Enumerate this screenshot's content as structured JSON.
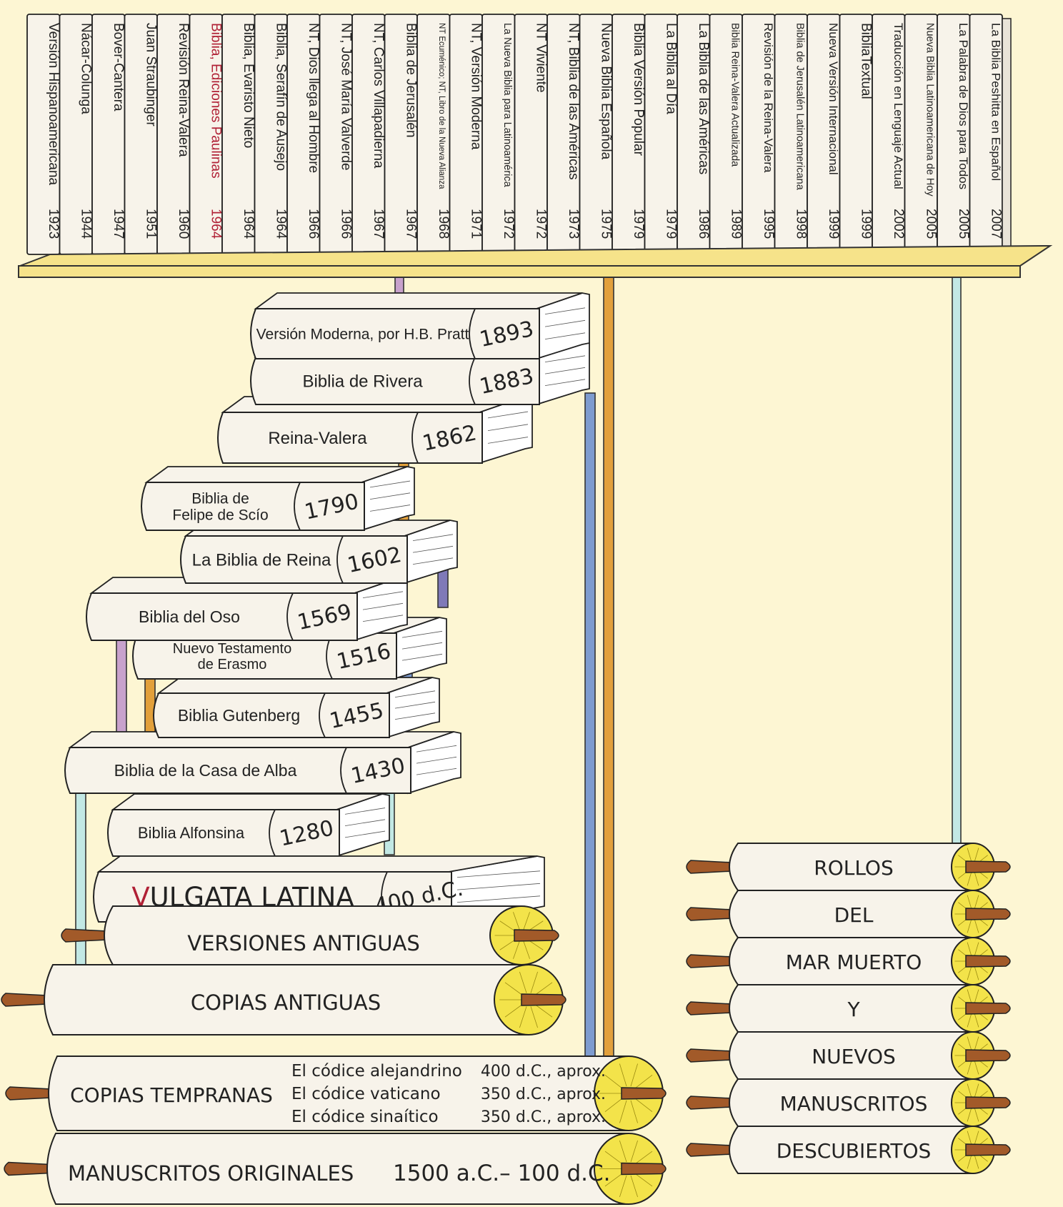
{
  "colors": {
    "background": "#fdf6d3",
    "book_cover": "#f7f3ea",
    "pages": "#ffffff",
    "shelf": "#f6e38a",
    "scroll_end": "#f3e34a",
    "handle": "#a25a29",
    "pole_purple": "#c8a2cc",
    "pole_orange": "#e2a03b",
    "pole_blue": "#7e9ccf",
    "pole_cyan": "#c2e8e4",
    "pole_indigo": "#7f7ab8",
    "vulgata_v": "#b02035",
    "paulinas_title": "#b02035"
  },
  "shelf_books": [
    {
      "title": "Versión Hispanoamericana",
      "year": "1923"
    },
    {
      "title": "Nácar-Colunga",
      "year": "1944"
    },
    {
      "title": "Bover-Cantera",
      "year": "1947"
    },
    {
      "title": "Juan Straubinger",
      "year": "1951"
    },
    {
      "title": "Revisión Reina-Valera",
      "year": "1960"
    },
    {
      "title": "Biblia, Ediciones Paulinas",
      "year": "1964"
    },
    {
      "title": "Biblia, Evaristo Nieto",
      "year": "1964"
    },
    {
      "title": "Biblia, Serafín de Ausejo",
      "year": "1964"
    },
    {
      "title": "NT, Dios llega al Hombre",
      "year": "1966"
    },
    {
      "title": "NT, José María Valverde",
      "year": "1966"
    },
    {
      "title": "NT, Carlos Villapadierna",
      "year": "1967"
    },
    {
      "title": "Biblia de Jerusalén",
      "year": "1967"
    },
    {
      "title": "NT Ecuménico; NT, Libro de la Nueva Alianza",
      "year": "1968"
    },
    {
      "title": "NT, Versión Moderna",
      "year": "1971"
    },
    {
      "title": "La Nueva Biblia para Latinoamérica",
      "year": "1972"
    },
    {
      "title": "NT Viviente",
      "year": "1972"
    },
    {
      "title": "NT, Biblia de las Américas",
      "year": "1973"
    },
    {
      "title": "Nueva Biblia Española",
      "year": "1975"
    },
    {
      "title": "Biblia Versión Popular",
      "year": "1979"
    },
    {
      "title": "La Biblia al Día",
      "year": "1979"
    },
    {
      "title": "La Biblia de las Américas",
      "year": "1986"
    },
    {
      "title": "Biblia Reina-Valera Actualizada",
      "year": "1989"
    },
    {
      "title": "Revisión de la Reina-Valera",
      "year": "1995"
    },
    {
      "title": "Biblia de Jerusalén Latinoamericana",
      "year": "1998"
    },
    {
      "title": "Nueva Versión Internacional",
      "year": "1999"
    },
    {
      "title": "BibliaTextual",
      "year": "1999"
    },
    {
      "title": "Traducción en Lenguaje Actual",
      "year": "2002"
    },
    {
      "title": "Nueva Biblia Latinoamericana de Hoy",
      "year": "2005"
    },
    {
      "title": "La Palabra de Dios para Todos",
      "year": "2005"
    },
    {
      "title": "La Biblia Peshitta en Español",
      "year": "2007"
    }
  ],
  "stack_books": [
    {
      "title_lines": [
        "Versión Moderna, por H.B. Pratt"
      ],
      "year": "1893"
    },
    {
      "title_lines": [
        "Biblia de Rivera"
      ],
      "year": "1883"
    },
    {
      "title_lines": [
        "Reina-Valera"
      ],
      "year": "1862"
    },
    {
      "title_lines": [
        "Biblia de",
        "Felipe de Scío"
      ],
      "year": "1790"
    },
    {
      "title_lines": [
        "La Biblia de Reina"
      ],
      "year": "1602"
    },
    {
      "title_lines": [
        "Biblia del Oso"
      ],
      "year": "1569"
    },
    {
      "title_lines": [
        "Nuevo Testamento",
        "de Erasmo"
      ],
      "year": "1516"
    },
    {
      "title_lines": [
        "Biblia Gutenberg"
      ],
      "year": "1455"
    },
    {
      "title_lines": [
        "Biblia de la Casa de Alba"
      ],
      "year": "1430"
    },
    {
      "title_lines": [
        "Biblia Alfonsina"
      ],
      "year": "1280"
    }
  ],
  "vulgata": {
    "first_letter": "V",
    "rest": "ULGATA LATINA",
    "year": "400 d.C."
  },
  "scrolls": {
    "versiones": "VERSIONES ANTIGUAS",
    "copias": "COPIAS ANTIGUAS",
    "tempranas": "COPIAS TEMPRANAS",
    "codices": [
      {
        "name": "El códice alejandrino",
        "date": "400  d.C., aprox."
      },
      {
        "name": "El códice vaticano",
        "date": "350  d.C., aprox."
      },
      {
        "name": "El códice sinaítico",
        "date": "350  d.C., aprox."
      }
    ],
    "originales": "MANUSCRITOS ORIGINALES",
    "originales_date": "1500 a.C.– 100 d.C."
  },
  "dead_sea": [
    "ROLLOS",
    "DEL",
    "MAR MUERTO",
    "Y",
    "NUEVOS",
    "MANUSCRITOS",
    "DESCUBIERTOS"
  ]
}
